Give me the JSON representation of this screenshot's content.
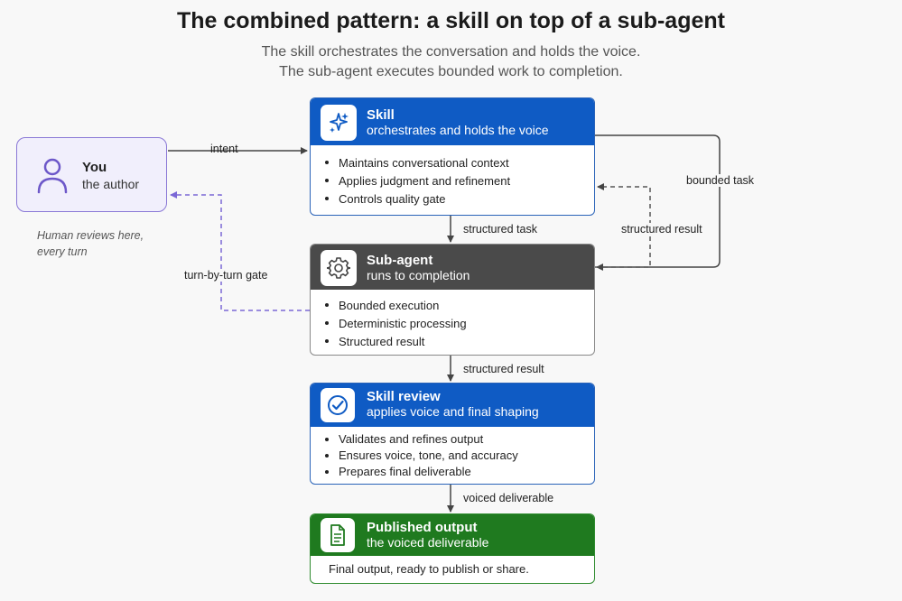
{
  "header": {
    "title": "The combined pattern: a skill on top of a sub-agent",
    "subtitle_line1": "The skill orchestrates the conversation and holds the voice.",
    "subtitle_line2": "The sub-agent executes bounded work to completion."
  },
  "you": {
    "title": "You",
    "subtitle": "the author",
    "icon": "person-icon"
  },
  "note": {
    "line1": "Human reviews here,",
    "line2": "every turn"
  },
  "skill": {
    "title": "Skill",
    "subtitle": "orchestrates and holds the voice",
    "icon": "sparkle-icon",
    "items": [
      "Maintains conversational context",
      "Applies judgment and refinement",
      "Controls quality gate"
    ]
  },
  "subagent": {
    "title": "Sub-agent",
    "subtitle": "runs to completion",
    "icon": "gear-icon",
    "items": [
      "Bounded execution",
      "Deterministic processing",
      "Structured result"
    ]
  },
  "review": {
    "title": "Skill review",
    "subtitle": "applies voice and final shaping",
    "icon": "check-circle-icon",
    "items": [
      "Validates and refines output",
      "Ensures voice, tone, and accuracy",
      "Prepares final deliverable"
    ]
  },
  "published": {
    "title": "Published output",
    "subtitle": "the voiced deliverable",
    "icon": "document-icon",
    "body": "Final output, ready to publish or share."
  },
  "edges": {
    "intent": "intent",
    "turn_gate": "turn-by-turn gate",
    "structured_task": "structured task",
    "bounded_task": "bounded task",
    "structured_result_back": "structured result",
    "structured_result_down": "structured result",
    "voiced_deliverable": "voiced deliverable"
  },
  "colors": {
    "skill_blue": "#0f5bc4",
    "subagent_gray": "#4a4a4a",
    "published_green": "#1f7a1f",
    "you_purple": "#8a78d6",
    "gate_dash": "#7b68d6"
  }
}
